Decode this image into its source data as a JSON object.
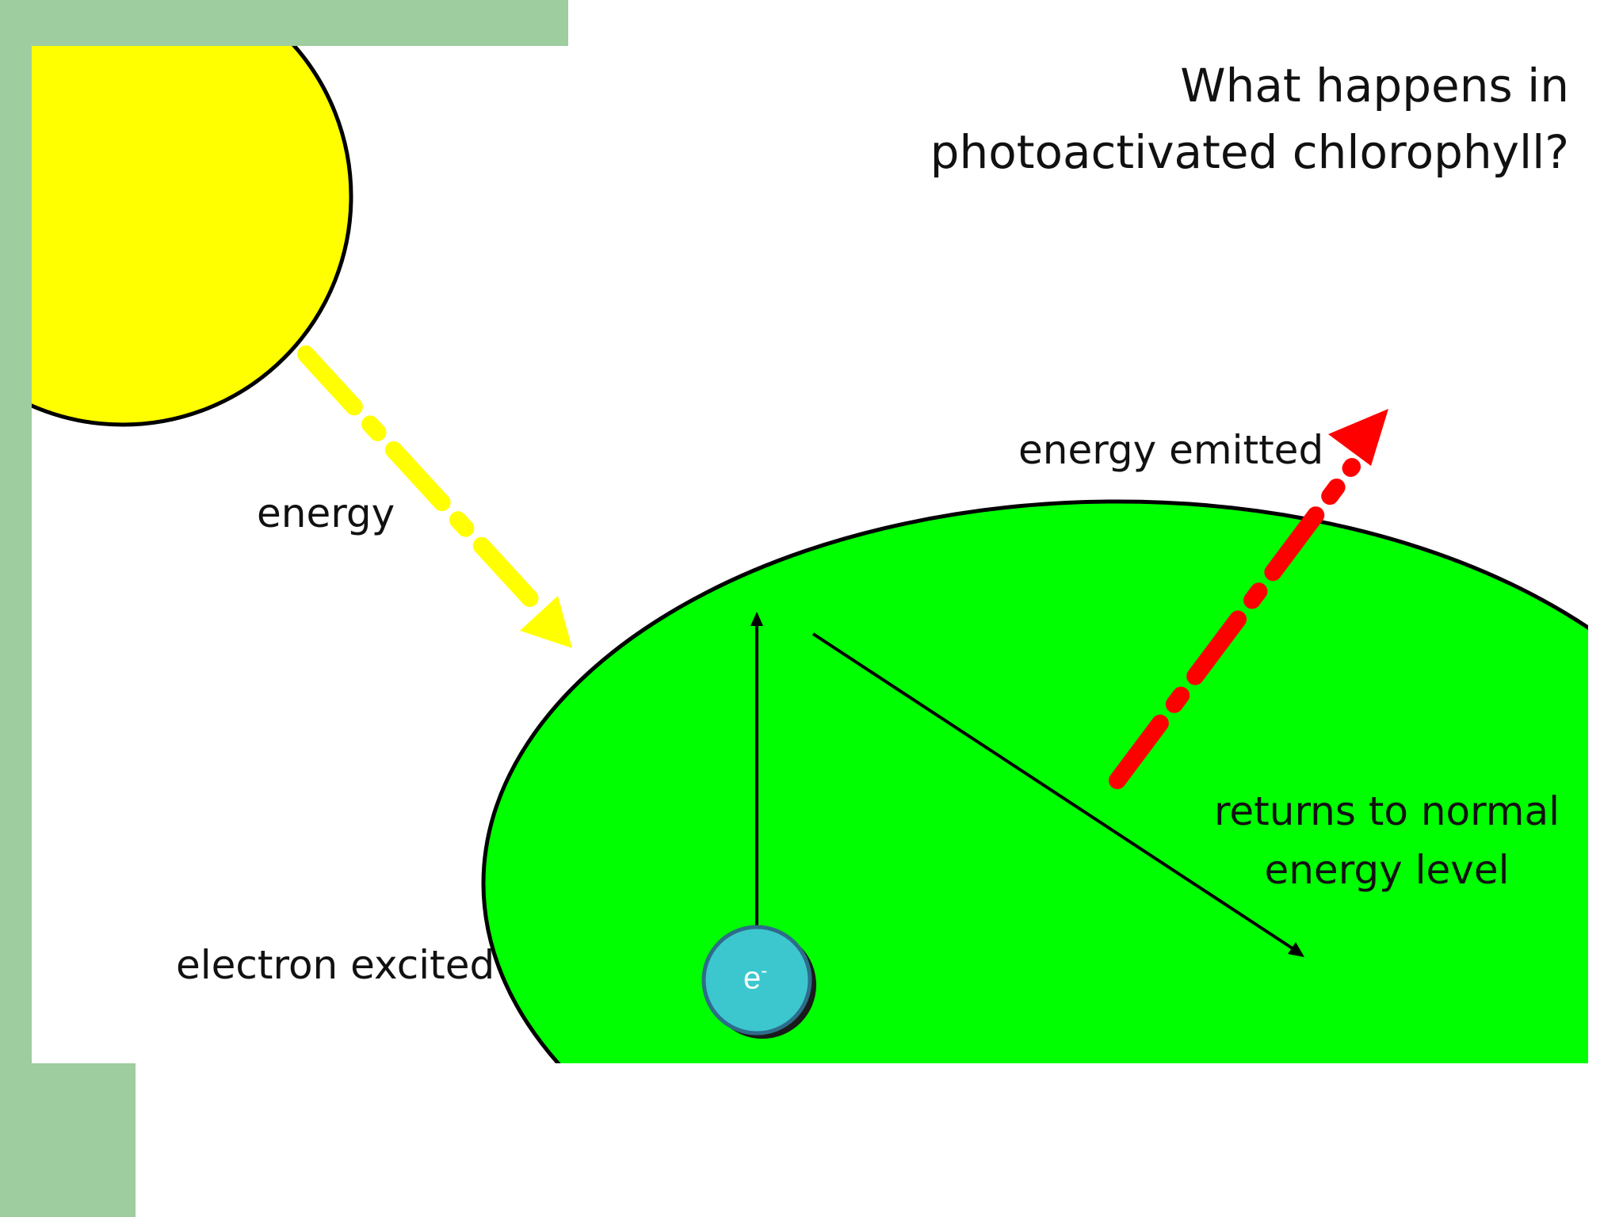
{
  "title": {
    "line1": "What happens in",
    "line2": "photoactivated chlorophyll?"
  },
  "labels": {
    "energy": "energy",
    "energy_emitted": "energy emitted",
    "returns_line1": "returns to normal",
    "returns_line2": "energy level",
    "electron_excited": "electron excited"
  },
  "electron": {
    "symbol": "e",
    "charge": "-"
  },
  "colors": {
    "decor_green": "#9ecd9f",
    "sun": "#ffff00",
    "chlorophyll": "#00ff00",
    "electron": "#3cc7cf",
    "energy_arrow": "#ffff00",
    "emitted_arrow": "#ff0000",
    "outline": "#000000"
  }
}
